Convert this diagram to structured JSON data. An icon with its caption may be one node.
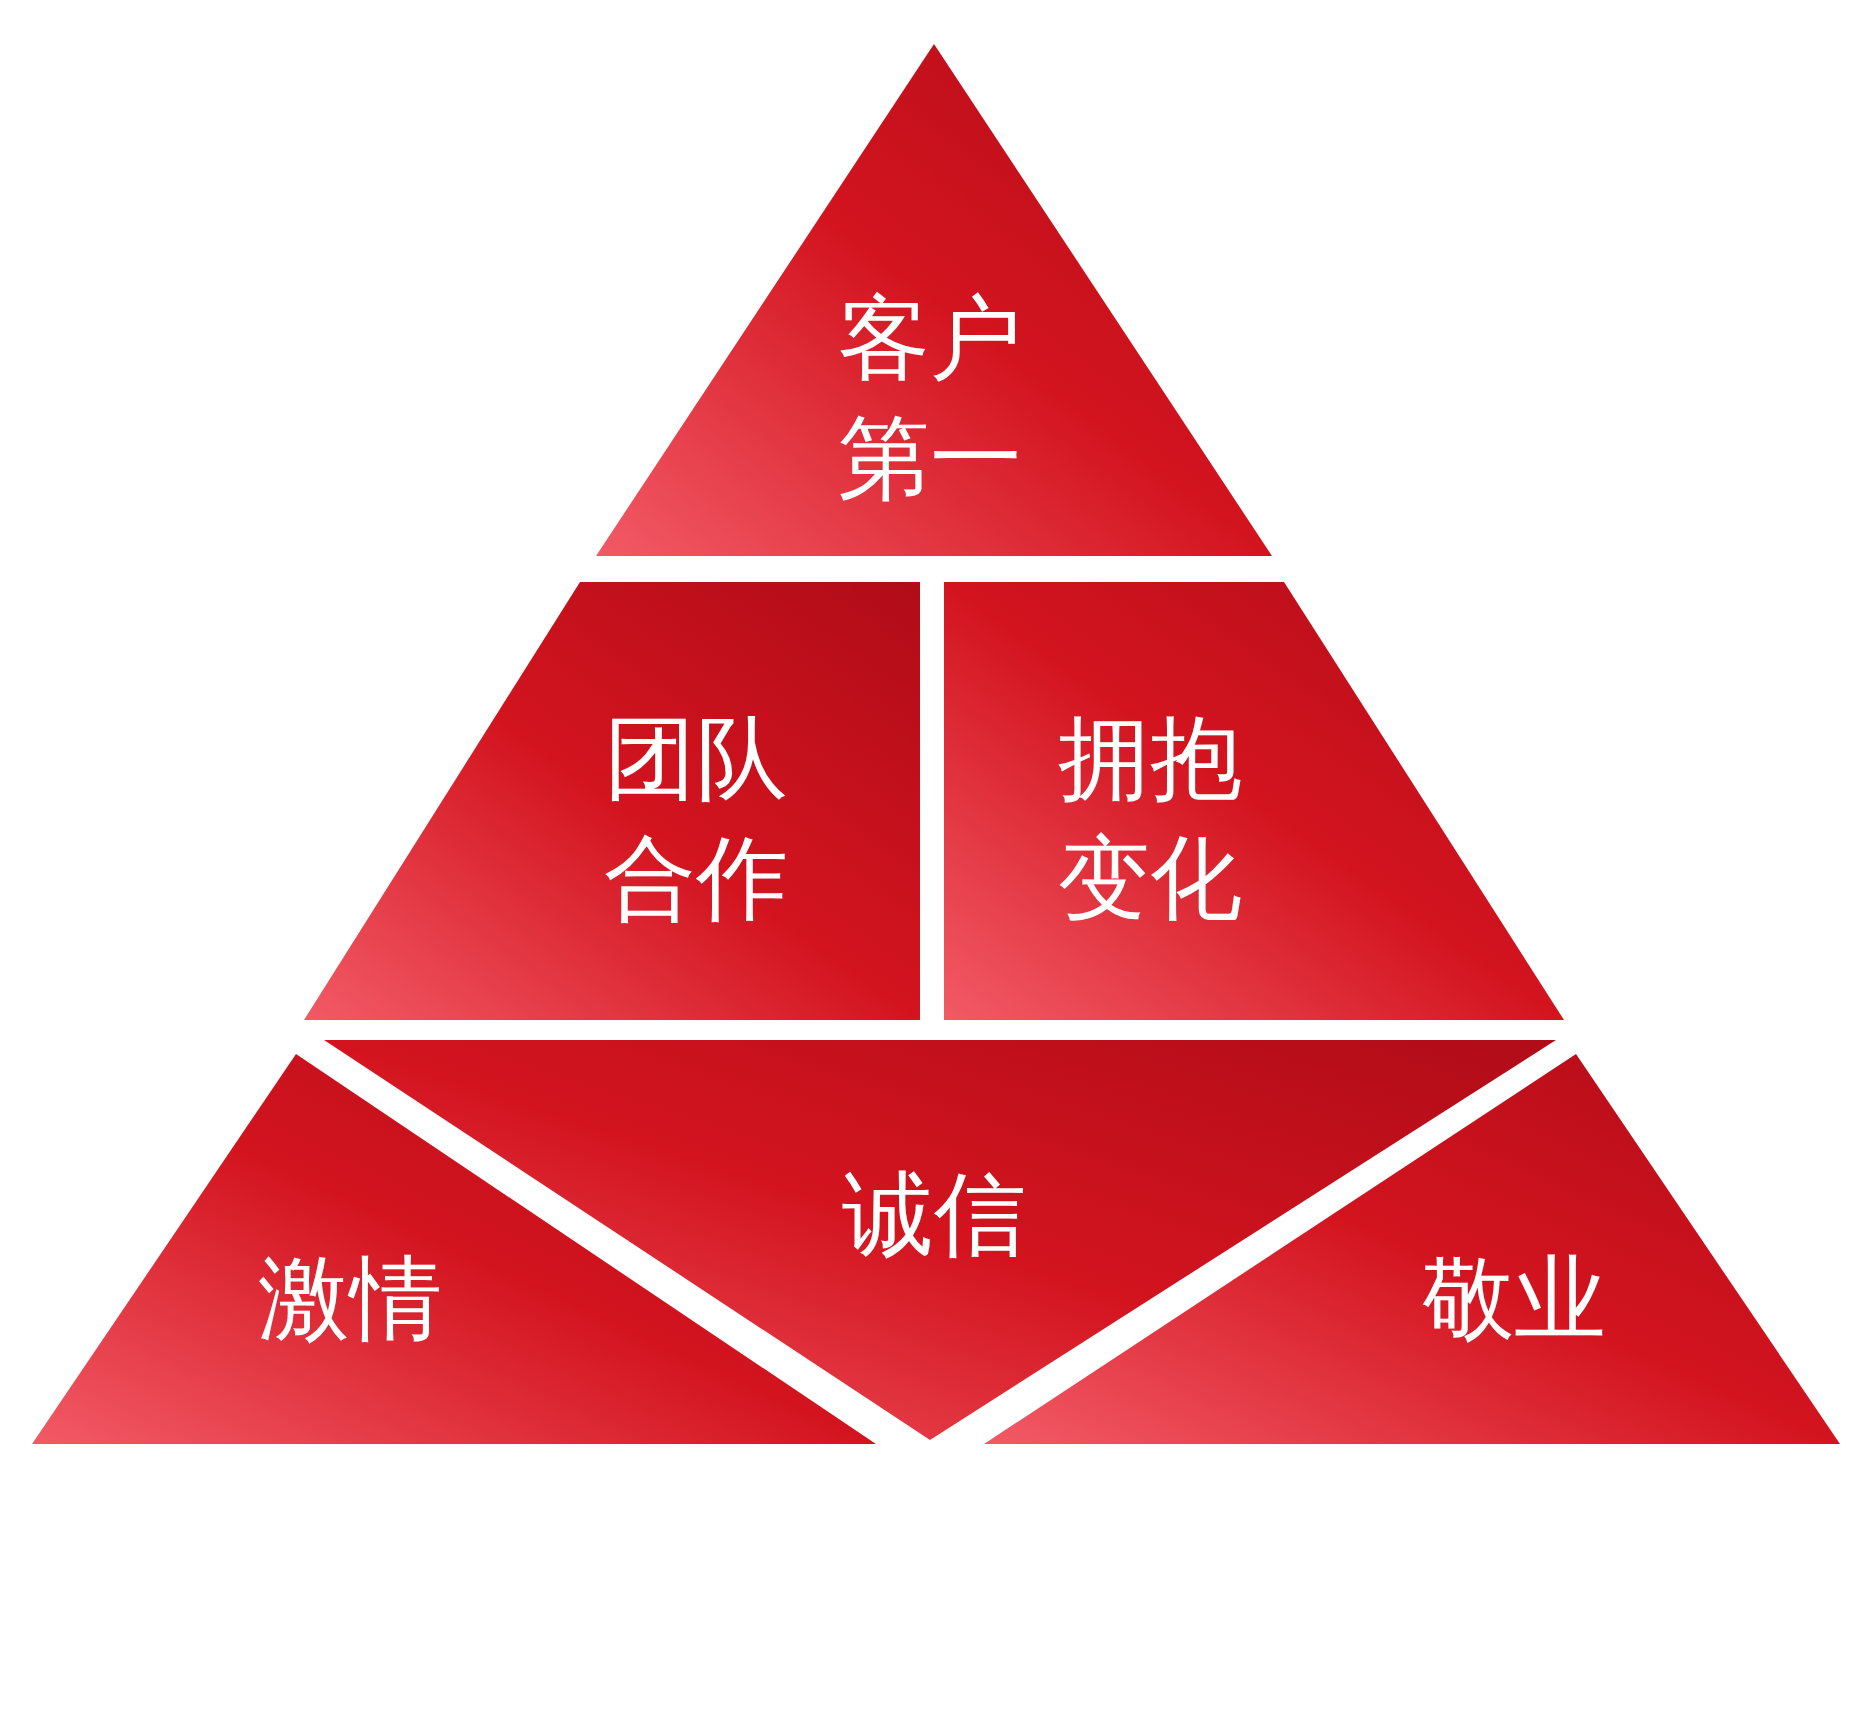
{
  "diagram": {
    "nodes": [
      {
        "text": [
          "客户第一"
        ]
      },
      {
        "text": [
          "团队合作"
        ]
      },
      {
        "text": [
          "拥抱变化"
        ]
      },
      {
        "text": [
          "激情"
        ]
      },
      {
        "text": [
          "诚信"
        ]
      },
      {
        "text": [
          "敬业"
        ]
      }
    ]
  }
}
